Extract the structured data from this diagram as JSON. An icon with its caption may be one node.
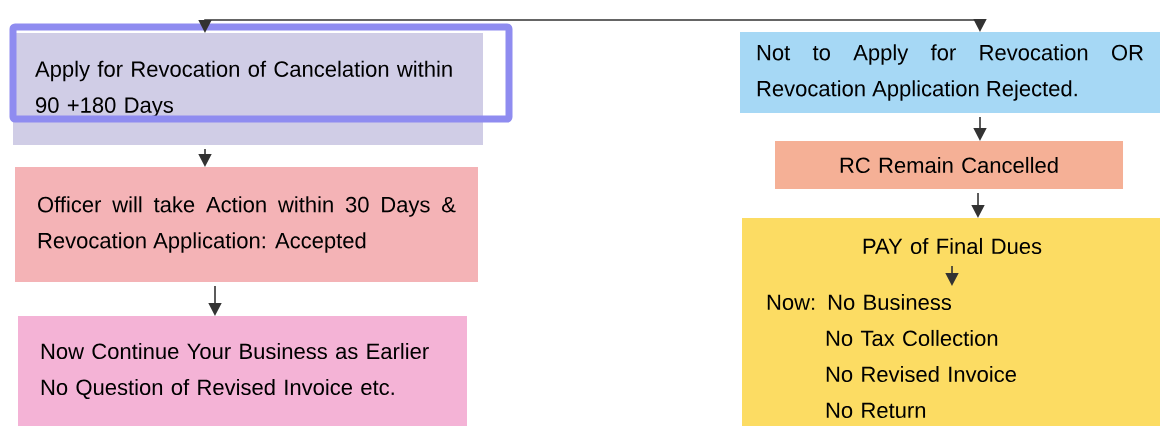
{
  "diagram": {
    "nodes": [
      {
        "text": [
          "Apply for Revocation of Cancelation within 90 +180 Days"
        ]
      },
      {
        "text": [
          "Officer will take Action within 30 Days & Revocation Application: Accepted"
        ]
      },
      {
        "text": [
          "Now Continue Your Business as Earlier",
          "No Question of Revised Invoice etc."
        ]
      },
      {
        "text": [
          "Not to Apply for Revocation OR Revocation Application Rejected."
        ]
      },
      {
        "text": [
          "RC Remain Cancelled"
        ]
      },
      {
        "text": [],
        "shape": "box"
      },
      {
        "text": [
          "PAY of Final Dues"
        ],
        "in": 5
      },
      {
        "text": [
          "Now: No Business",
          "No Tax Collection",
          "No Revised Invoice",
          "No Return"
        ],
        "in": 5
      }
    ],
    "edges": [
      {
        "from": 0,
        "to": 3,
        "arrow": "both"
      },
      {
        "from": 0,
        "to": 1,
        "arrow": "to"
      },
      {
        "from": 1,
        "to": 2,
        "arrow": "to"
      },
      {
        "from": 3,
        "to": 4,
        "arrow": "to"
      },
      {
        "from": 4,
        "to": 5,
        "arrow": "to"
      },
      {
        "from": 6,
        "to": 7,
        "arrow": "to"
      }
    ]
  }
}
